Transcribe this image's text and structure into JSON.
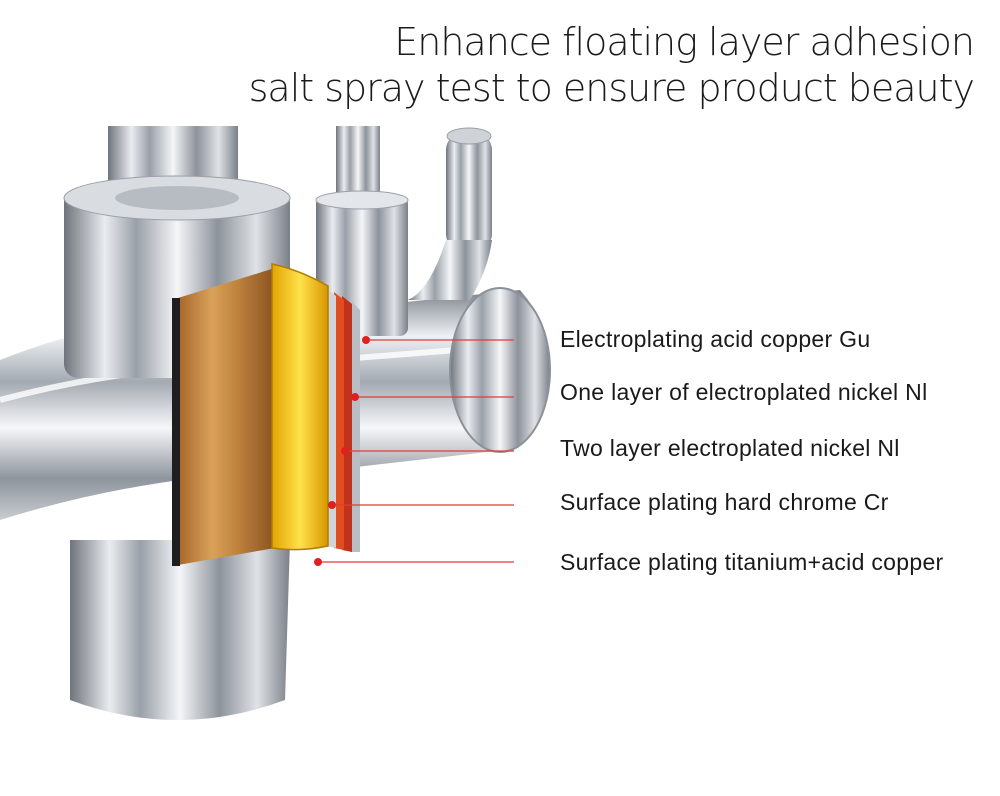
{
  "headline": {
    "line1": "Enhance floating layer adhesion",
    "line2": "salt spray test to ensure product beauty"
  },
  "layers": [
    {
      "label": "Electroplating acid copper Gu"
    },
    {
      "label": "One layer of electroplated nickel Nl"
    },
    {
      "label": "Two layer electroplated nickel Nl"
    },
    {
      "label": "Surface plating hard chrome Cr"
    },
    {
      "label": "Surface plating titanium+acid copper"
    }
  ],
  "colors": {
    "leader_line": "#e23b3b",
    "dot": "#e0201e",
    "copper": "#c98a3f",
    "gold": "#f2c21a",
    "chrome": "#b9bdc4"
  },
  "illustration": "faucet-cutaway"
}
